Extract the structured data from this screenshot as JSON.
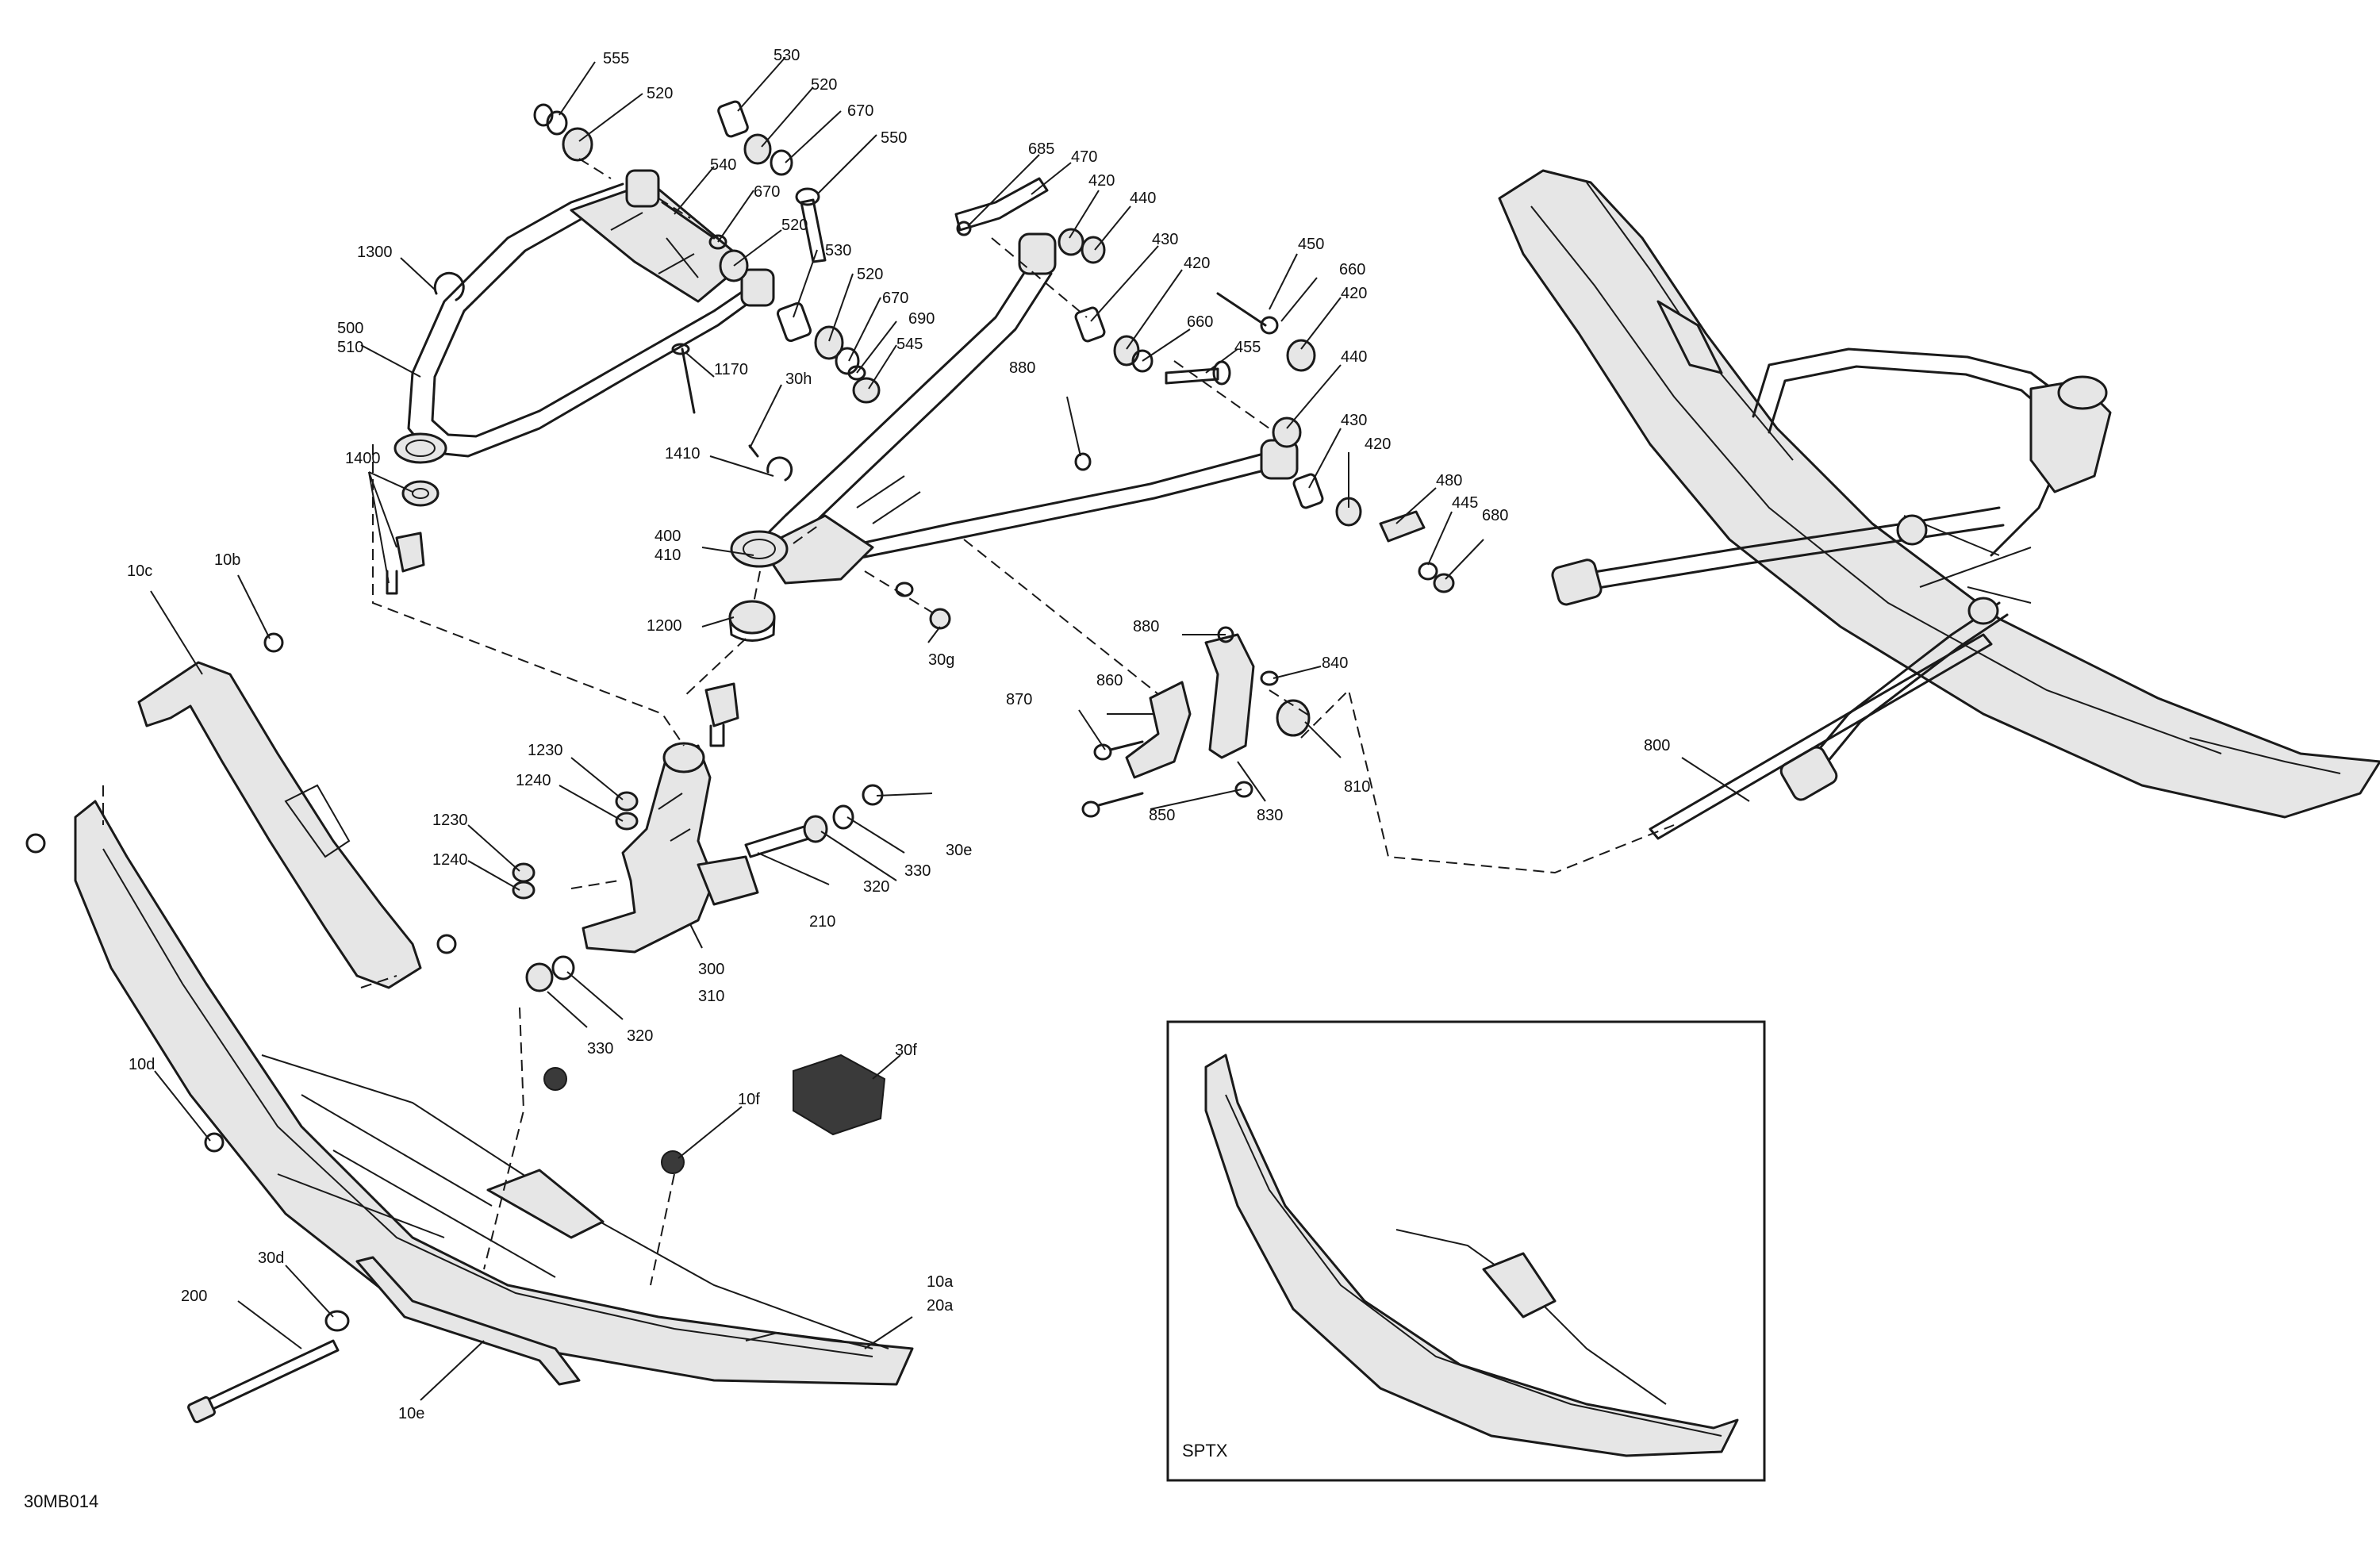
{
  "diagram_code": "30MB014",
  "inset_label": "SPTX",
  "callouts": [
    {
      "text": "555"
    },
    {
      "text": "520"
    },
    {
      "text": "530"
    },
    {
      "text": "520"
    },
    {
      "text": "670"
    },
    {
      "text": "550"
    },
    {
      "text": "540"
    },
    {
      "text": "670"
    },
    {
      "text": "520"
    },
    {
      "text": "530"
    },
    {
      "text": "520"
    },
    {
      "text": "670"
    },
    {
      "text": "690"
    },
    {
      "text": "545"
    },
    {
      "text": "1300"
    },
    {
      "text": "500"
    },
    {
      "text": "510"
    },
    {
      "text": "1400"
    },
    {
      "text": "1170"
    },
    {
      "text": "30h"
    },
    {
      "text": "1410"
    },
    {
      "text": "400"
    },
    {
      "text": "410"
    },
    {
      "text": "1200"
    },
    {
      "text": "30g"
    },
    {
      "text": "685"
    },
    {
      "text": "470"
    },
    {
      "text": "420"
    },
    {
      "text": "440"
    },
    {
      "text": "430"
    },
    {
      "text": "420"
    },
    {
      "text": "660"
    },
    {
      "text": "455"
    },
    {
      "text": "450"
    },
    {
      "text": "660"
    },
    {
      "text": "420"
    },
    {
      "text": "880"
    },
    {
      "text": "440"
    },
    {
      "text": "430"
    },
    {
      "text": "420"
    },
    {
      "text": "480"
    },
    {
      "text": "445"
    },
    {
      "text": "680"
    },
    {
      "text": "880"
    },
    {
      "text": "840"
    },
    {
      "text": "860"
    },
    {
      "text": "870"
    },
    {
      "text": "810"
    },
    {
      "text": "850"
    },
    {
      "text": "830"
    },
    {
      "text": "800"
    },
    {
      "text": "10c"
    },
    {
      "text": "10b"
    },
    {
      "text": "1230"
    },
    {
      "text": "1240"
    },
    {
      "text": "1230"
    },
    {
      "text": "1240"
    },
    {
      "text": "330"
    },
    {
      "text": "30e"
    },
    {
      "text": "320"
    },
    {
      "text": "330"
    },
    {
      "text": "210"
    },
    {
      "text": "300"
    },
    {
      "text": "310"
    },
    {
      "text": "330"
    },
    {
      "text": "320"
    },
    {
      "text": "30f"
    },
    {
      "text": "10d"
    },
    {
      "text": "10f"
    },
    {
      "text": "30d"
    },
    {
      "text": "200"
    },
    {
      "text": "10a"
    },
    {
      "text": "20a"
    },
    {
      "text": "10e"
    }
  ]
}
